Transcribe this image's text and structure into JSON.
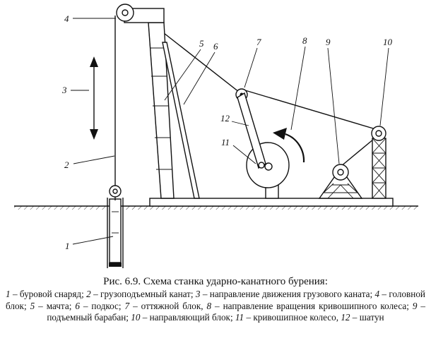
{
  "figure": {
    "labels": {
      "n1": "1",
      "n2": "2",
      "n3": "3",
      "n4": "4",
      "n5": "5",
      "n6": "6",
      "n7": "7",
      "n8": "8",
      "n9": "9",
      "n10": "10",
      "n11": "11",
      "n12": "12"
    }
  },
  "caption": {
    "title": "Рис. 6.9. Схема станка ударно-канатного бурения:",
    "legend": [
      {
        "num": "1",
        "text": " – буровой снаряд; "
      },
      {
        "num": "2",
        "text": " – грузоподъемный канат; "
      },
      {
        "num": "3",
        "text": " – направление движения грузового каната; "
      },
      {
        "num": "4",
        "text": " – головной блок; "
      },
      {
        "num": "5",
        "text": " – мачта; "
      },
      {
        "num": "6",
        "text": " – подкос; "
      },
      {
        "num": "7",
        "text": " – оттяжной блок, "
      },
      {
        "num": "8",
        "text": " – направление вращения кривошипного колеса; "
      },
      {
        "num": "9",
        "text": " – подъемный барабан; "
      },
      {
        "num": "10",
        "text": " – направляющий блок; "
      },
      {
        "num": "11",
        "text": " – кривошипное колесо, "
      },
      {
        "num": "12",
        "text": " – шатун"
      }
    ]
  }
}
